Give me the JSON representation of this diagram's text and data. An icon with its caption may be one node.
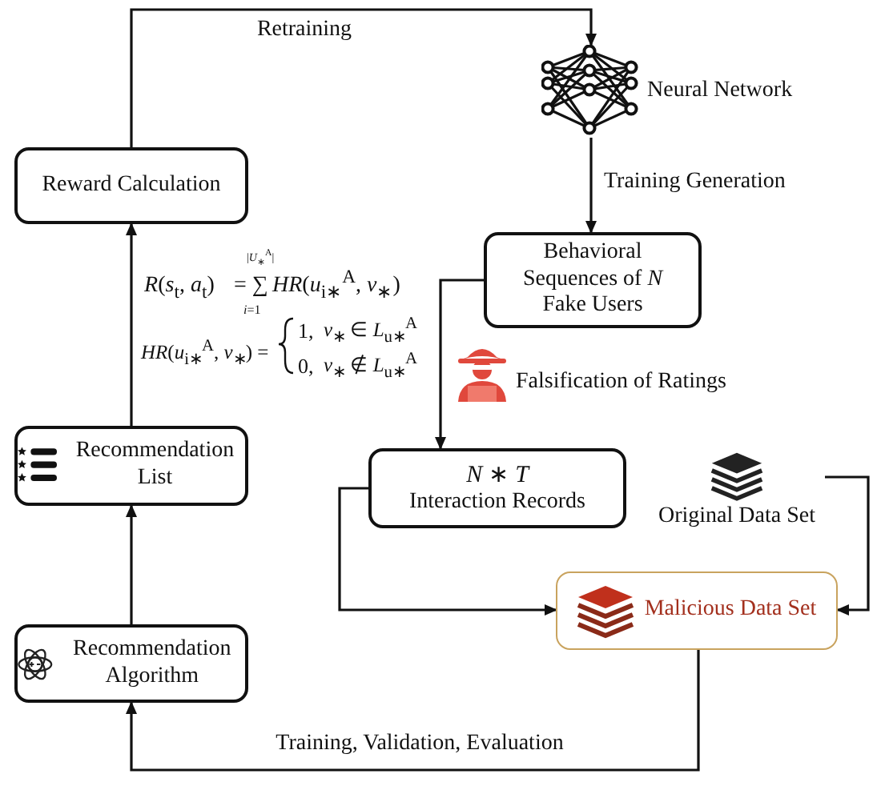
{
  "diagram": {
    "nodes": [
      {
        "text": [
          "Reward Calculation"
        ]
      },
      {
        "text": [
          "Neural Network"
        ]
      },
      {
        "text": [
          "Behavioral Sequences of *N* Fake Users"
        ]
      },
      {
        "text": [
          "*N* ∗ *T*",
          "Interaction Records"
        ]
      },
      {
        "text": [
          "Original Data Set"
        ]
      },
      {
        "text": [
          "Malicious Data Set"
        ]
      },
      {
        "text": [
          "Recommendation Algorithm"
        ]
      },
      {
        "text": [
          "Recommendation List"
        ]
      }
    ],
    "edges": [
      {
        "from": 0,
        "to": 1,
        "arrow": "to",
        "label": "Retraining"
      },
      {
        "from": 1,
        "to": 2,
        "arrow": "to",
        "label": "Training Generation"
      },
      {
        "from": 2,
        "to": 3,
        "arrow": "to",
        "label": "Falsification of Ratings"
      },
      {
        "from": 3,
        "to": 5,
        "arrow": "to"
      },
      {
        "from": 4,
        "to": 5,
        "arrow": "to"
      },
      {
        "from": 5,
        "to": 6,
        "arrow": "to",
        "label": "Training, Validation, Evaluation"
      },
      {
        "from": 6,
        "to": 7,
        "arrow": "to"
      },
      {
        "from": 7,
        "to": 0,
        "arrow": "to"
      }
    ],
    "labels": [
      "|*U*$_{∗}$$^{A}$|",
      "*R*(*s*$_{t}$, *a*$_{t}$)",
      "= ∑",
      "*HR*(*u*$_{i∗}$$^{A}$, *v*$_{∗}$)",
      "*i*=1",
      "*HR*(*u*$_{i∗}$$^{A}$, *v*$_{∗}$) =",
      "1,",
      "*v*$_{∗}$ ∈ *L*$_{u∗}$$^{A}$",
      "0,",
      "*v*$_{∗}$ ∉ *L*$_{u∗}$$^{A}$"
    ]
  }
}
